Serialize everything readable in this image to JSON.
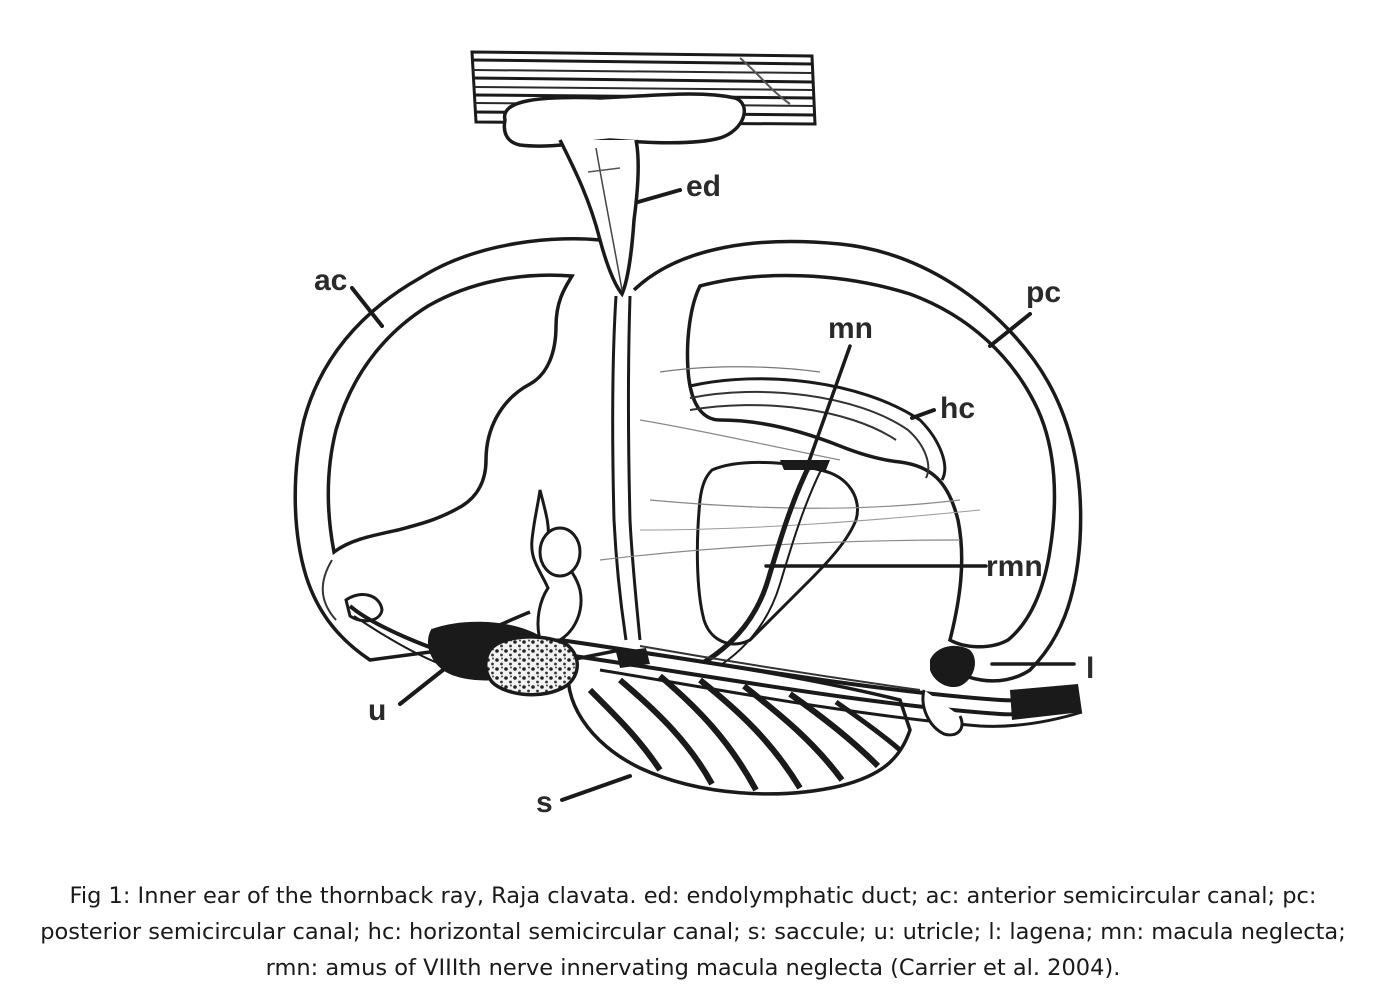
{
  "figure": {
    "labels": {
      "ed": "ed",
      "ac": "ac",
      "pc": "pc",
      "mn": "mn",
      "hc": "hc",
      "rmn": "rmn",
      "l": "l",
      "u": "u",
      "s": "s"
    }
  },
  "caption": {
    "line1": "Fig 1: Inner ear of the thornback ray, Raja clavata. ed: endolymphatic duct; ac: anterior semicircular canal; pc:",
    "line2": "posterior semicircular canal; hc: horizontal semicircular canal; s: saccule; u: utricle; l: lagena; mn: macula neglecta;",
    "line3": "rmn: amus of VIIIth nerve innervating macula neglecta (Carrier et al. 2004)."
  }
}
